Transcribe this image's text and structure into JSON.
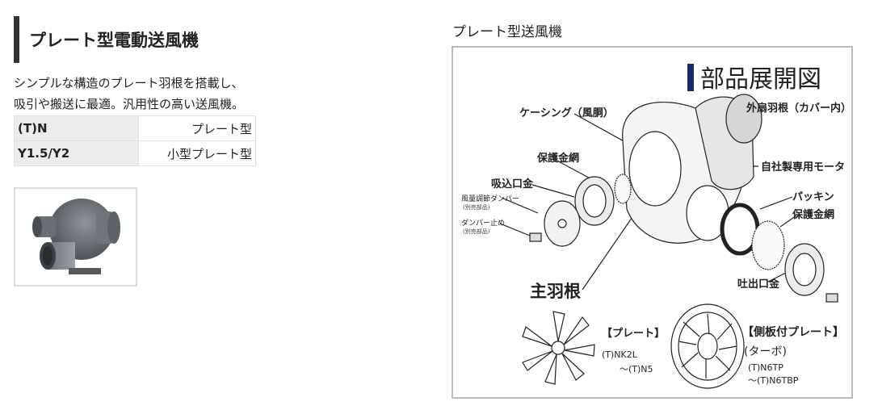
{
  "product": {
    "title": "プレート型電動送風機",
    "description_line1": "シンプルな構造のプレート羽根を搭載し、",
    "description_line2": "吸引や搬送に最適。汎用性の高い送風機。",
    "specs": [
      {
        "model": "(T)N",
        "type": "プレート型"
      },
      {
        "model": "Y1.5/Y2",
        "type": "小型プレート型"
      }
    ]
  },
  "figure": {
    "caption": "プレート型送風機",
    "heading": "部品展開図",
    "labels": {
      "casing": "ケーシング（風胴）",
      "outer_fan": "外扇羽根（カバー内）",
      "guard_net_1": "保護金網",
      "motor": "自社製専用モータ",
      "suction_port": "吸込口金",
      "damper": "風量調節ダンパー",
      "damper_note": "(別売部品)",
      "damper_stop": "ダンパー止め",
      "damper_stop_note": "(別売部品)",
      "packing": "パッキン",
      "guard_net_2": "保護金網",
      "discharge_port": "吐出口金",
      "main_fan": "主羽根",
      "plate_type": "【プレート】",
      "plate_model_1": "(T)NK2L",
      "plate_model_2": "～(T)N5",
      "side_plate_type": "【側板付プレート】",
      "turbo": "(ターボ)",
      "turbo_model_1": "(T)N6TP",
      "turbo_model_2": "～(T)N6TBP"
    }
  },
  "colors": {
    "title_bar": "#333333",
    "heading_bar": "#1c2a6b",
    "table_key_bg": "#ececec",
    "frame_border": "#bbbbbb"
  }
}
